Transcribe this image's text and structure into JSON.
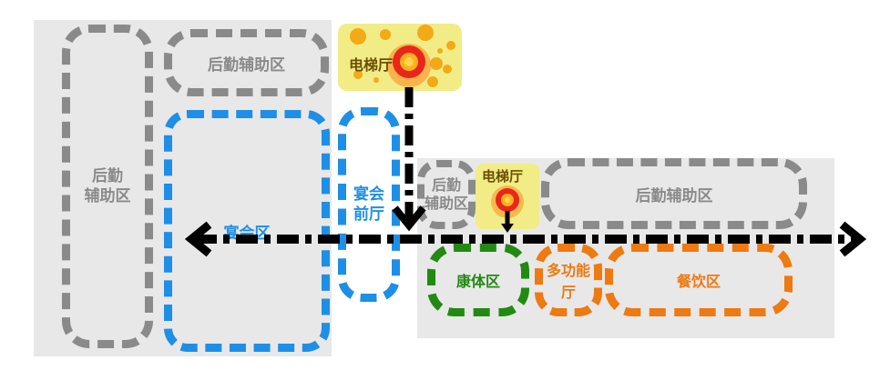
{
  "zones": {
    "back_left": "后勤\n辅助区",
    "back_top": "后勤辅助区",
    "banquet": "宴会区",
    "banquet_foyer": "宴会\n前厅",
    "back_mid": "后勤\n辅助区",
    "back_right": "后勤辅助区",
    "fitness": "康体区",
    "multi_hall": "多功能厅",
    "dining": "餐饮区"
  },
  "elevators": {
    "top": "电梯厅",
    "mid": "电梯厅"
  },
  "colors": {
    "back_of_house": "#8a8a8a",
    "banquet": "#1e8fe6",
    "fitness": "#228a12",
    "hall_dining": "#ee7a12",
    "elevator": "#f1ec86",
    "circulation": "#000000"
  }
}
